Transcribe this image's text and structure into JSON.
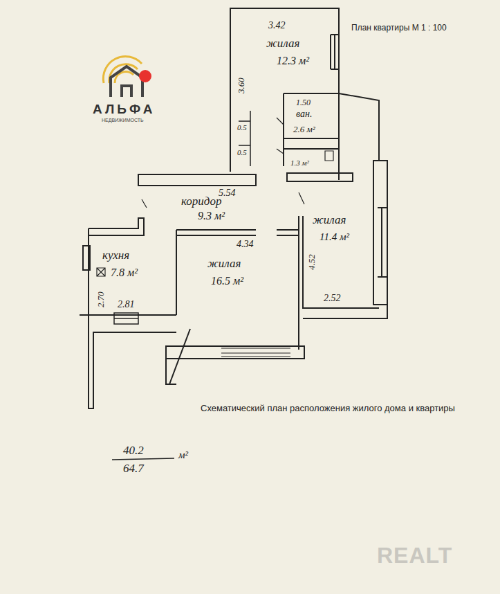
{
  "diagram": {
    "title": "План квартиры М 1 : 100",
    "caption": "Схематический план расположения жилого дома и квартиры",
    "labels": [
      "3.42",
      "жилая",
      "12.3 м²",
      "3.60",
      "0.5",
      "0.5",
      "1.50",
      "ван.",
      "2.6 м²",
      "1.3 м²",
      "5.54",
      "коридор",
      "9.3 м²",
      "жилая",
      "11.4 м²",
      "4.52",
      "2.52",
      "кухня",
      "7.8 м²",
      "2.70",
      "2.81",
      "4.34",
      "жилая",
      "16.5 м²",
      "40.2",
      "64.7",
      "м²",
      "АЛЬФА",
      "НЕДВИЖИМОСТЬ",
      "REALT"
    ]
  }
}
